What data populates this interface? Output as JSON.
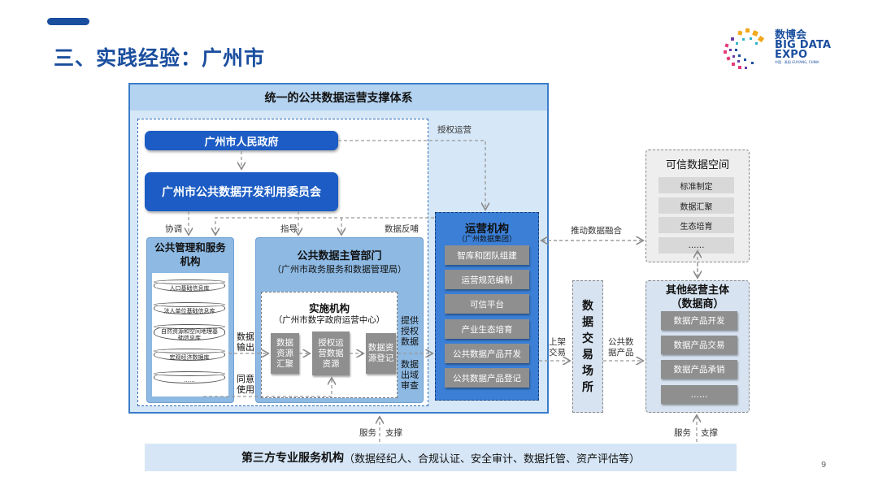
{
  "slide": {
    "title": "三、实践经验：广州市",
    "page_number": "9"
  },
  "logo": {
    "cn": "数博会",
    "en_line1": "BIG DATA",
    "en_line2": "EXPO",
    "sub": "中国 · 贵阳  GUIYANG, CHINA"
  },
  "system": {
    "title": "统一的公共数据运营支撑体系",
    "government": "广州市人民政府",
    "committee": "广州市公共数据开发利用委员会",
    "public_mgmt": {
      "title": "公共管理和服务机构",
      "databases": [
        "人口基础信息库",
        "法人单位基础信息库",
        "自然资源和空间地理基础信息库",
        "宏观经济数据库",
        "……"
      ]
    },
    "data_dept": {
      "title": "公共数据主管部门",
      "subtitle": "（广州市政务服务和数据管理局）"
    },
    "impl": {
      "title": "实施机构",
      "subtitle": "（广州市数字政府运营中心）",
      "steps": [
        "数据资源汇聚",
        "授权运营数据资源",
        "数据资源登记"
      ]
    }
  },
  "operator": {
    "title": "运营机构",
    "subtitle": "（广州数据集团）",
    "items": [
      "智库和团队组建",
      "运营规范编制",
      "可信平台",
      "产业生态培育",
      "公共数据产品开发",
      "公共数据产品登记"
    ]
  },
  "exchange": {
    "label": "数据交易场所"
  },
  "trusted_space": {
    "title": "可信数据空间",
    "items": [
      "标准制定",
      "数据汇聚",
      "生态培育",
      "……"
    ]
  },
  "other_entities": {
    "title": "其他经营主体（数据商）",
    "items": [
      "数据产品开发",
      "数据产品交易",
      "数据产品承销",
      "……"
    ]
  },
  "third_party": {
    "title": "第三方专业服务机构",
    "detail": "（数据经纪人、合规认证、安全审计、数据托管、资产评估等）"
  },
  "labels": {
    "authorize_ops": "授权运营",
    "coordinate": "协调",
    "guide": "指导",
    "feedback": "数据反哺",
    "data_output": "数据输出",
    "agree_use": "同意使用",
    "provide_auth": "提供授权数据",
    "outbound_review": "数据出域审查",
    "push_fusion": "推动数据融合",
    "listing": "上架交易",
    "public_products": "公共数据产品",
    "service_left": "服务",
    "support_left": "支撑",
    "service_right": "服务",
    "support_right": "支撑"
  }
}
